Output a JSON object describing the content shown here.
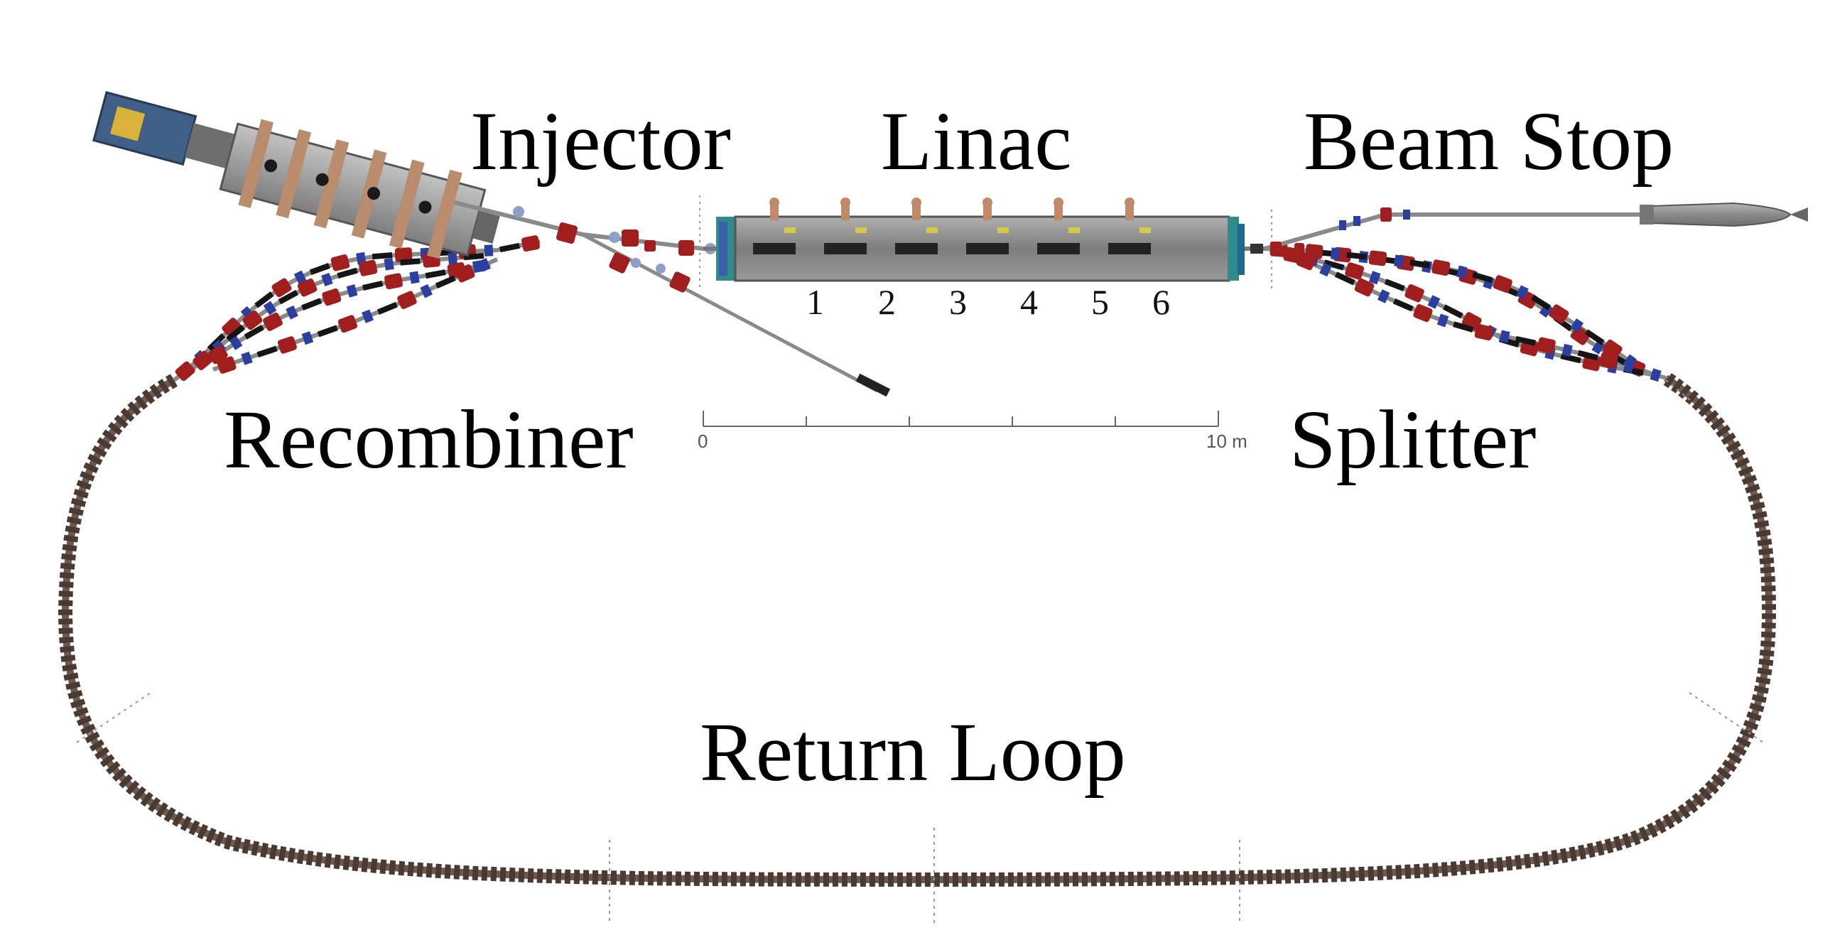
{
  "labels": {
    "injector": "Injector",
    "linac": "Linac",
    "beam_stop": "Beam Stop",
    "recombiner": "Recombiner",
    "splitter": "Splitter",
    "return_loop": "Return Loop"
  },
  "cavities": [
    "1",
    "2",
    "3",
    "4",
    "5",
    "6"
  ],
  "scale_bar": {
    "start_label": "0",
    "end_label": "10 m",
    "span_m": 10,
    "major_ticks": 5
  },
  "colors": {
    "dipole": "#a01e1e",
    "quadrupole": "#2b3fa0",
    "loop_magnet": "#4a3a32",
    "beam_pipe": "#9a9a9a",
    "cryomodule": "#8a8a8a",
    "black_magnet": "#151515"
  }
}
